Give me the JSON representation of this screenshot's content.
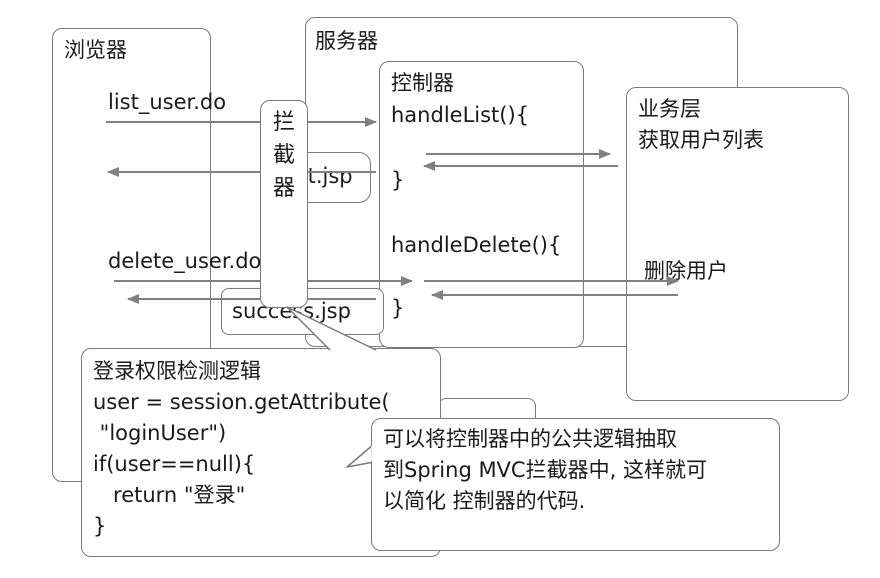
{
  "browser": {
    "title": "浏览器"
  },
  "server": {
    "title": "服务器"
  },
  "requests": {
    "list": "list_user.do",
    "delete": "delete_user.do"
  },
  "controller": {
    "title": "控制器",
    "list_open": "handleList(){",
    "list_close": "}",
    "delete_open": "handleDelete(){",
    "delete_close": "}"
  },
  "service": {
    "title": "业务层",
    "list_action": "获取用户列表",
    "delete_action": "删除用户"
  },
  "views": {
    "list_jsp": "list.jsp",
    "success_jsp": "success.jsp"
  },
  "interceptor": {
    "label": "拦\n截\n器"
  },
  "login_check": {
    "lines": [
      "登录权限检测逻辑",
      "user = session.getAttribute(",
      " \"loginUser\")",
      "if(user==null){",
      "   return \"登录\"",
      "}"
    ]
  },
  "note": {
    "lines": [
      "可以将控制器中的公共逻辑抽取",
      "到Spring MVC拦截器中, 这样就可",
      "以简化 控制器的代码."
    ]
  },
  "colors": {
    "border": "#7a7a7a",
    "arrow": "#808080",
    "text": "#1a1a1a"
  }
}
